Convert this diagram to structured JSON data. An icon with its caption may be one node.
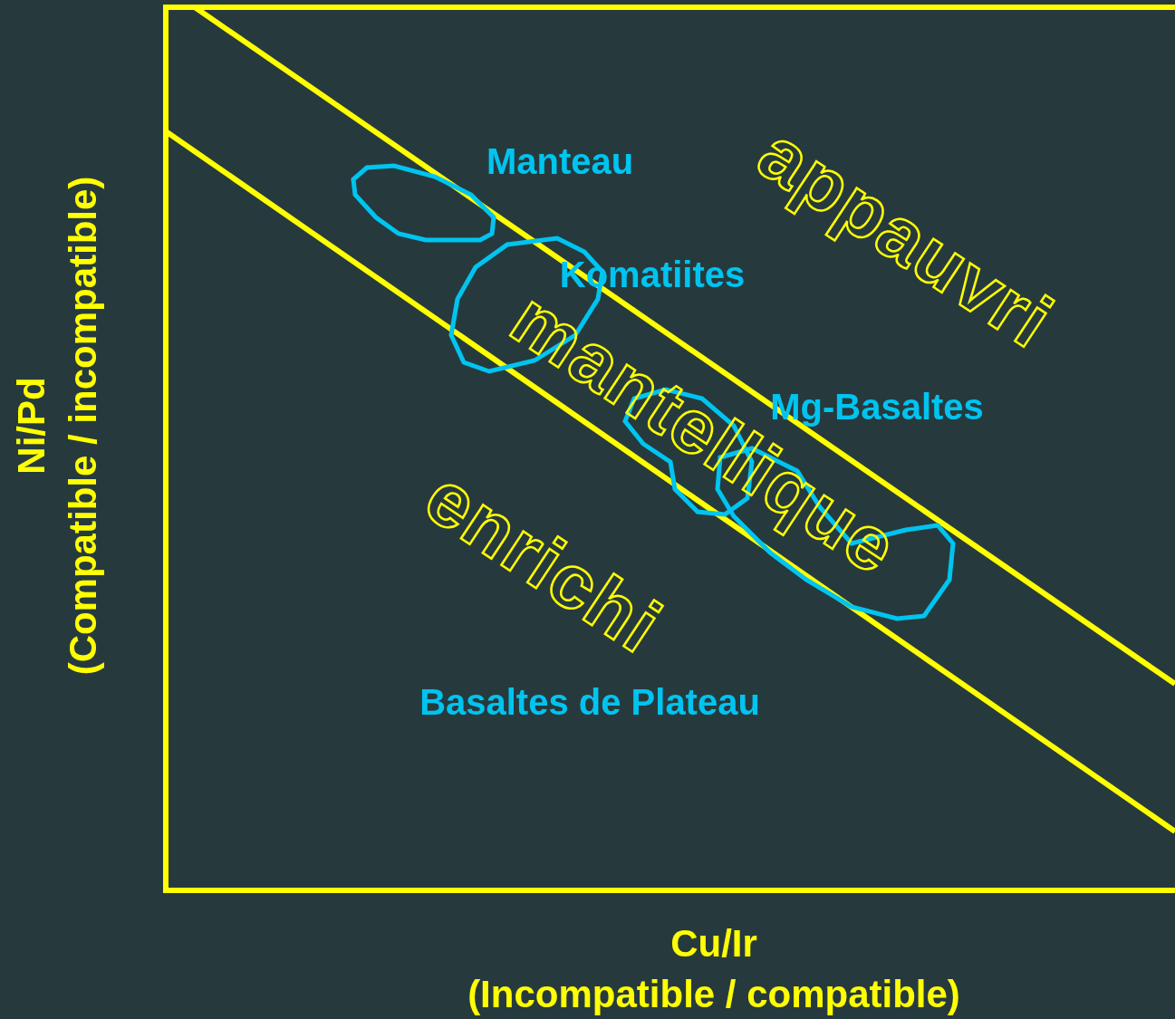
{
  "diagram": {
    "labels": [
      "Manteau",
      "appauvri",
      "Komatiites",
      "mantellique",
      "Mg-Basaltes",
      "enrichi",
      "Basaltes de Plateau",
      "Ni/Pd",
      "(Compatible / incompatible)",
      "Cu/Ir",
      "(Incompatible / compatible)"
    ]
  }
}
